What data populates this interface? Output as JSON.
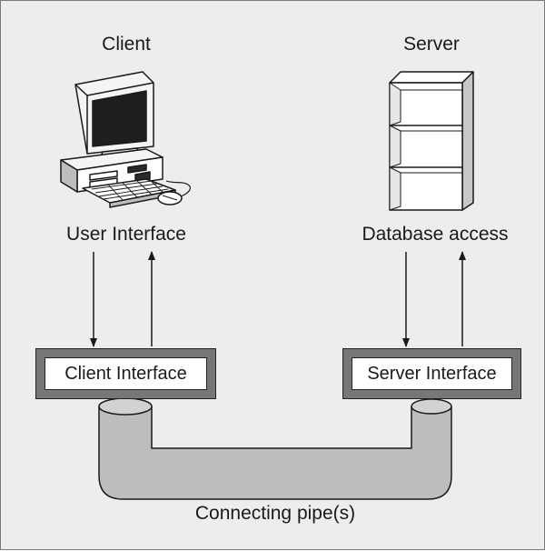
{
  "client": {
    "title": "Client",
    "layer_label": "User Interface",
    "interface_label": "Client Interface"
  },
  "server": {
    "title": "Server",
    "layer_label": "Database access",
    "interface_label": "Server Interface"
  },
  "pipe": {
    "label": "Connecting pipe(s)"
  },
  "icons": {
    "client": "desktop-computer-icon",
    "server": "bookshelf-server-icon"
  },
  "colors": {
    "background": "#ededed",
    "interface_frame": "#777777",
    "pipe_fill": "#bdbdbd",
    "line": "#1a1a1a"
  }
}
